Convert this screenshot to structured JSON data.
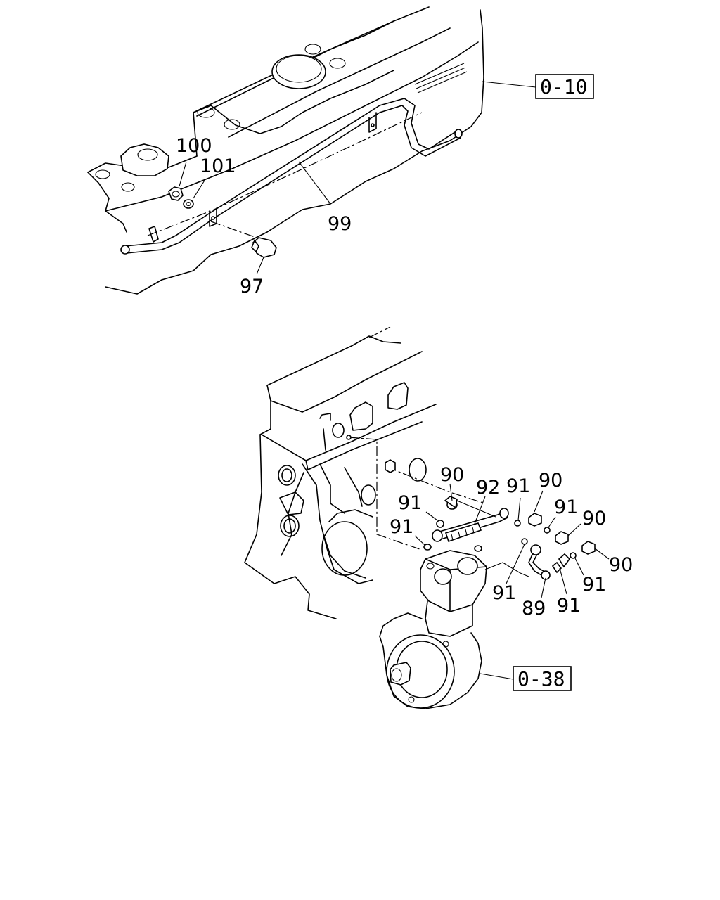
{
  "refs": {
    "top_cover": "0-10",
    "compressor": "0-38"
  },
  "callouts": {
    "c100": "100",
    "c101": "101",
    "c99": "99",
    "c97": "97",
    "c90a": "90",
    "c92": "92",
    "c91a": "91",
    "c90b": "90",
    "c91b": "91",
    "c91c": "91",
    "c91d": "91",
    "c90c": "90",
    "c90d": "90",
    "c91e": "91",
    "c91f": "91",
    "c89": "89",
    "c91g": "91"
  }
}
